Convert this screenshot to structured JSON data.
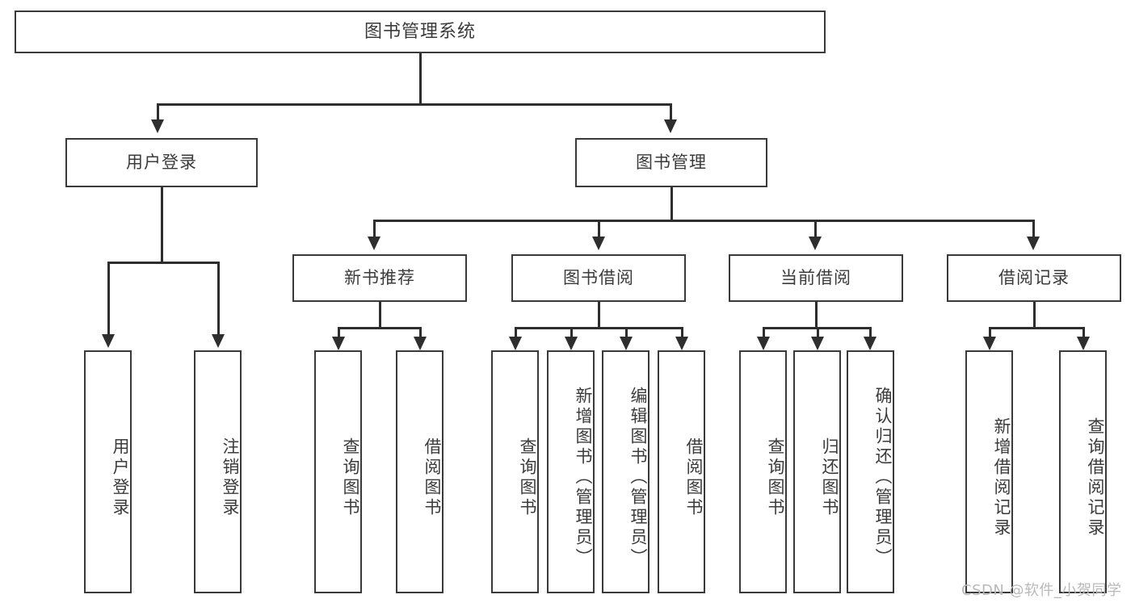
{
  "diagram": {
    "title": "图书管理系统",
    "type": "tree",
    "background_color": "#ffffff",
    "stroke_color": "#3a3a3a",
    "text_color": "#3b3b3b"
  },
  "root": {
    "label": "图书管理系统"
  },
  "level2": [
    {
      "label": "用户登录"
    },
    {
      "label": "图书管理"
    }
  ],
  "level3": [
    {
      "label": "新书推荐"
    },
    {
      "label": "图书借阅"
    },
    {
      "label": "当前借阅"
    },
    {
      "label": "借阅记录"
    }
  ],
  "leaves": {
    "user_login": [
      {
        "label": "用户登录"
      },
      {
        "label": "注销登录"
      }
    ],
    "new_book_recommend": [
      {
        "label": "查询图书"
      },
      {
        "label": "借阅图书"
      }
    ],
    "book_borrow": [
      {
        "label": "查询图书"
      },
      {
        "label": "新增图书（管理员）"
      },
      {
        "label": "编辑图书（管理员）"
      },
      {
        "label": "借阅图书"
      }
    ],
    "current_borrow": [
      {
        "label": "查询图书"
      },
      {
        "label": "归还图书"
      },
      {
        "label": "确认归还（管理员）"
      }
    ],
    "borrow_record": [
      {
        "label": "新增借阅记录"
      },
      {
        "label": "查询借阅记录"
      }
    ]
  },
  "watermark": {
    "text": "CSDN @软件_小贺同学"
  }
}
